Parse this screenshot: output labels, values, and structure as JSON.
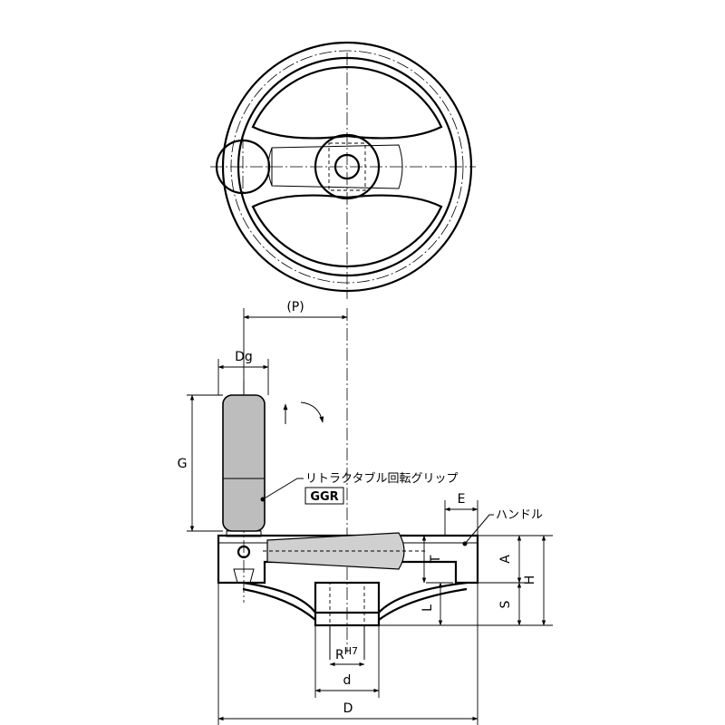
{
  "drawing": {
    "dims": {
      "P": "(P)",
      "Dg": "Dg",
      "G": "G",
      "E": "E",
      "T": "T",
      "A": "A",
      "H": "H",
      "S": "S",
      "L": "L",
      "R": "R",
      "R_tol": "H7",
      "d": "d",
      "D": "D"
    },
    "notes": {
      "grip": "リトラクタブル回転グリップ",
      "grip_code": "GGR",
      "handle": "ハンドル"
    }
  }
}
